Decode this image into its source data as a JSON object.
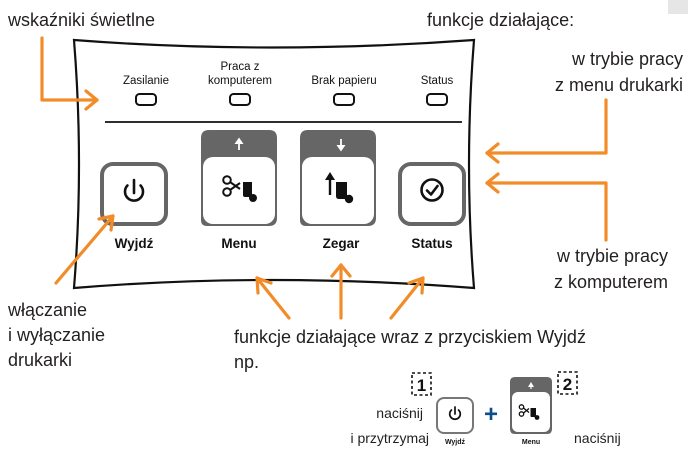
{
  "annotations": {
    "indicators": "wskaźniki świetlne",
    "functions": "funkcje działające:",
    "menu_mode_line1": "w trybie pracy",
    "menu_mode_line2": "z menu drukarki",
    "computer_mode_line1": "w trybie pracy",
    "computer_mode_line2": "z komputerem",
    "power_line1": "włączanie",
    "power_line2": "i wyłączanie",
    "power_line3": "drukarki",
    "combo_line1": "funkcje działające wraz z przyciskiem Wyjdź",
    "combo_line2": "np."
  },
  "leds": [
    {
      "label": "Zasilanie"
    },
    {
      "label_line1": "Praca z",
      "label_line2": "komputerem"
    },
    {
      "label": "Brak papieru"
    },
    {
      "label": "Status"
    }
  ],
  "buttons": [
    {
      "label": "Wyjdź",
      "icon": "power-icon"
    },
    {
      "label": "Menu",
      "icon": "scissors-paper-icon",
      "tab_icon": "up-arrow-icon"
    },
    {
      "label": "Zegar",
      "icon": "paper-feed-icon",
      "tab_icon": "down-arrow-icon"
    },
    {
      "label": "Status",
      "icon": "check-circle-icon"
    }
  ],
  "example": {
    "step1_number": "1",
    "step1_line1": "naciśnij",
    "step1_line2": "i przytrzymaj",
    "plus": "+",
    "step2_number": "2",
    "step2_text": "naciśnij",
    "small_button1_label": "Wyjdź",
    "small_button2_label": "Menu"
  },
  "colors": {
    "arrow": "#f28c28",
    "tab": "#666666",
    "plus": "#0d4d8c"
  }
}
